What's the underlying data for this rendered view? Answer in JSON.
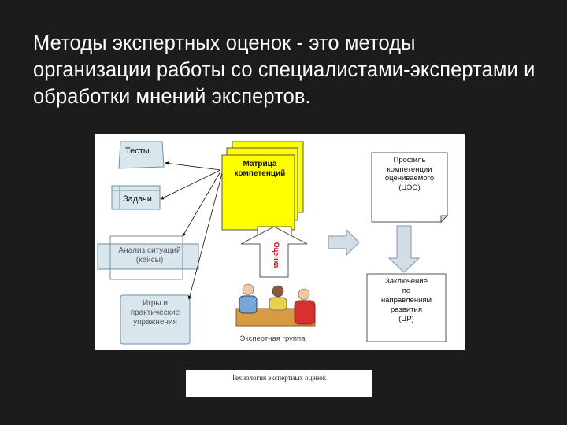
{
  "slide": {
    "title": "Методы экспертных оценок - это методы организации работы со специалистами-экспертами и обработки мнений экспертов."
  },
  "diagram": {
    "tests": "Тесты",
    "tasks": "Задачи",
    "situations": "Анализ ситуаций (кейсы)",
    "games_line1": "Игры и",
    "games_line2": "практические",
    "games_line3": "упражнения",
    "matrix_line1": "Матрица",
    "matrix_line2": "компетенций",
    "assessment": "Оценка",
    "profile_line1": "Профиль",
    "profile_line2": "компетенции",
    "profile_line3": "оцениваемого",
    "profile_line4": "(ЦЭО)",
    "conclusion_line1": "Заключение",
    "conclusion_line2": "по",
    "conclusion_line3": "направлениям",
    "conclusion_line4": "развития",
    "conclusion_line5": "(ЦР)",
    "expert_group": "Экспертная группа",
    "caption": "Технология экспертных оценок"
  },
  "colors": {
    "background": "#1c1c1c",
    "box_fill": "#d9e6ee",
    "box_stroke": "#6f8ea3",
    "matrix_fill": "#ffff00",
    "arrow_fill": "#d2dde4"
  },
  "icons": [
    "expert-group-illustration"
  ]
}
